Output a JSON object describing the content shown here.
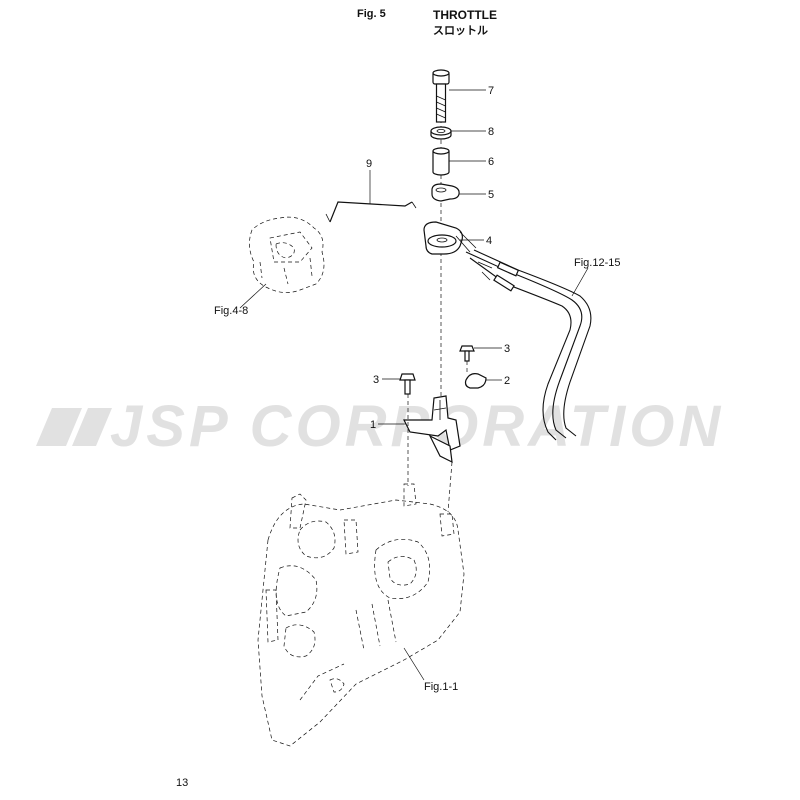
{
  "header": {
    "fig_number": "Fig. 5",
    "title_en": "THROTTLE",
    "title_jp": "スロットル"
  },
  "callouts": [
    {
      "id": "7",
      "label": "7"
    },
    {
      "id": "8",
      "label": "8"
    },
    {
      "id": "6",
      "label": "6"
    },
    {
      "id": "5",
      "label": "5"
    },
    {
      "id": "4",
      "label": "4"
    },
    {
      "id": "9",
      "label": "9"
    },
    {
      "id": "3a",
      "label": "3"
    },
    {
      "id": "3b",
      "label": "3"
    },
    {
      "id": "2",
      "label": "2"
    },
    {
      "id": "1",
      "label": "1"
    }
  ],
  "references": {
    "fig_4_8": "Fig.4-8",
    "fig_12_15": "Fig.12-15",
    "fig_1_1": "Fig.1-1"
  },
  "watermark": "JSP CORPORATION",
  "page_number": "13"
}
